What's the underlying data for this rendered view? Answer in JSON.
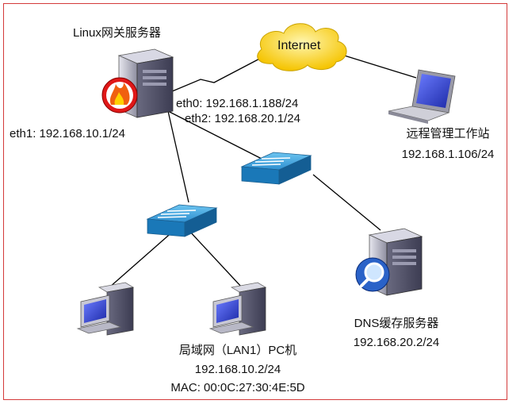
{
  "nodes": {
    "gateway": {
      "title": "Linux网关服务器",
      "icon": "server-firewall-icon"
    },
    "internet": {
      "label": "Internet",
      "icon": "cloud-icon"
    },
    "remote": {
      "title": "远程管理工作站",
      "ip": "192.168.1.106/24",
      "icon": "laptop-icon"
    },
    "dns": {
      "title": "DNS缓存服务器",
      "ip": "192.168.20.2/24",
      "icon": "server-magnifier-icon"
    },
    "pc": {
      "title": "局域网（LAN1）PC机",
      "ip": "192.168.10.2/24",
      "mac": "MAC: 00:0C:27:30:4E:5D",
      "icon": "desktop-pc-icon"
    },
    "switch_lan1": {
      "icon": "network-switch-icon"
    },
    "switch_lan2": {
      "icon": "network-switch-icon"
    }
  },
  "interfaces": {
    "eth0": "eth0: 192.168.1.188/24",
    "eth2": "eth2: 192.168.20.1/24",
    "eth1": "eth1: 192.168.10.1/24"
  },
  "colors": {
    "border": "#d43a3a",
    "switch_top": "#3aa0d8",
    "switch_side": "#1a73b5",
    "cloud": "#ffd84a",
    "server_body": "#c8c8d4",
    "pc_screen": "#3a4fd8"
  }
}
